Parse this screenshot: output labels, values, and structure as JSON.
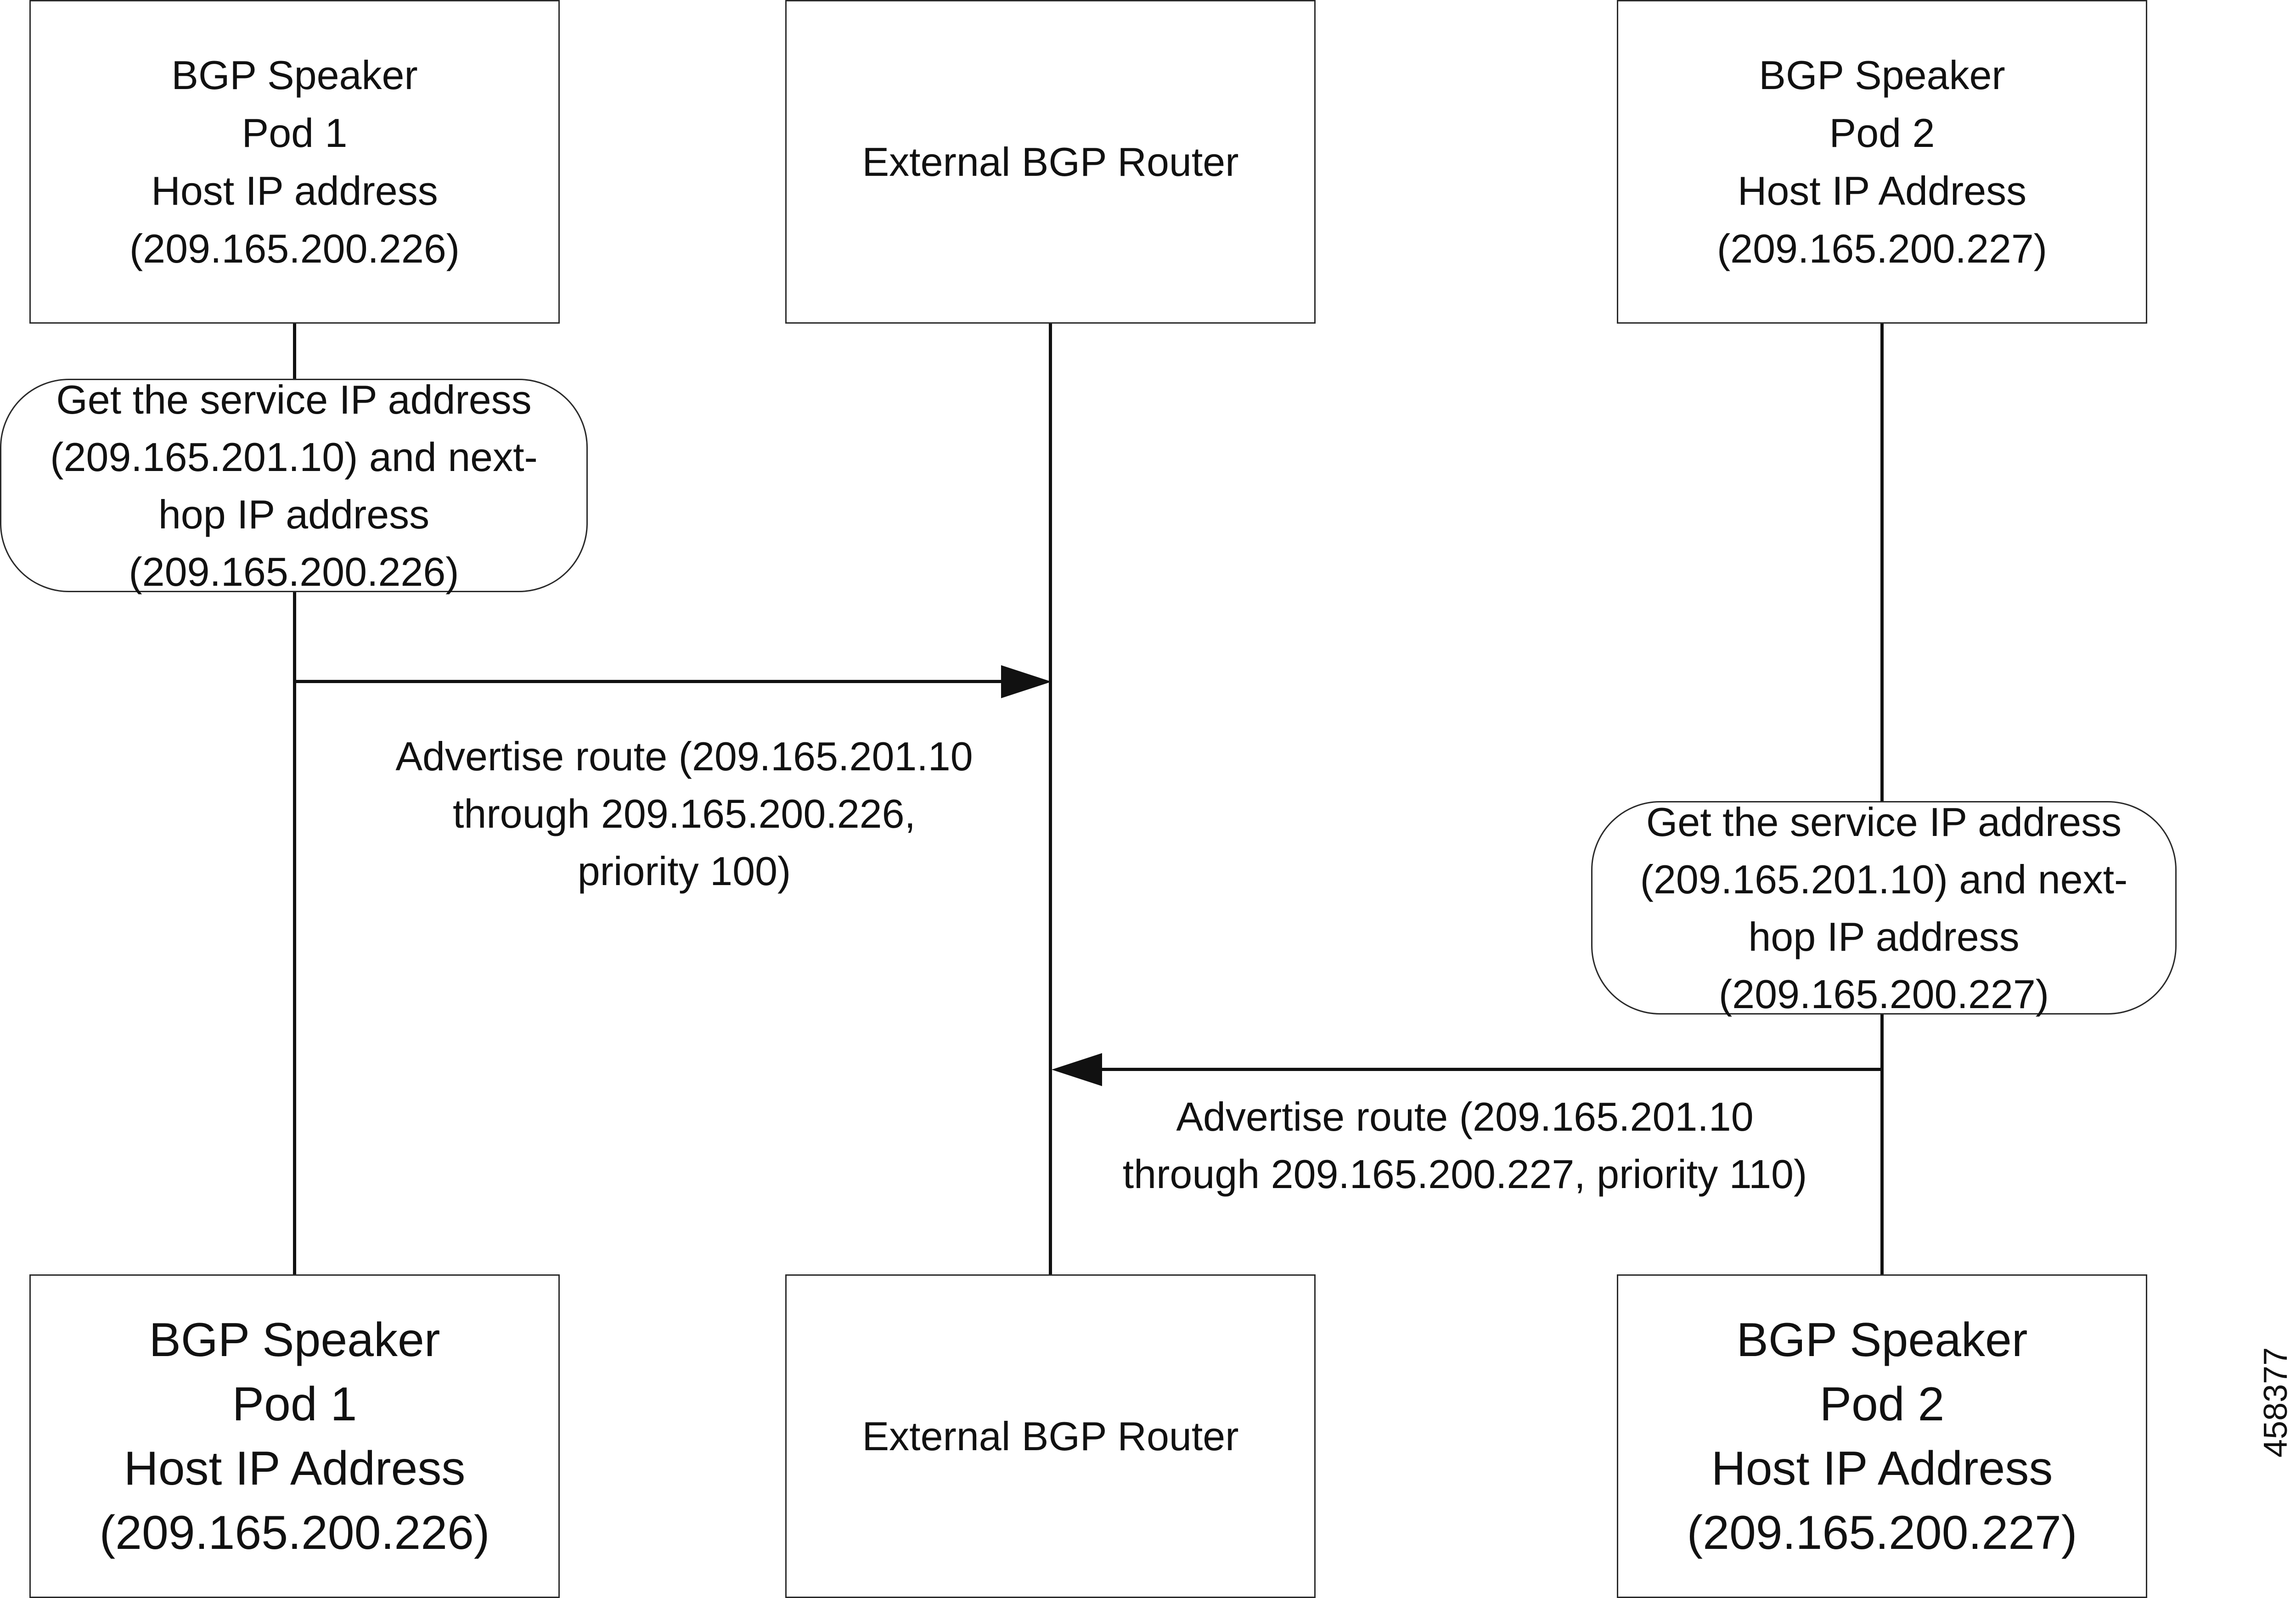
{
  "participants": [
    {
      "top_lines": [
        "BGP Speaker",
        "Pod 1",
        "Host IP address",
        "(209.165.200.226)"
      ],
      "bottom_lines": [
        "BGP Speaker",
        "Pod 1",
        "Host IP Address",
        "(209.165.200.226)"
      ]
    },
    {
      "top_lines": [
        "External BGP Router"
      ],
      "bottom_lines": [
        "External BGP Router"
      ]
    },
    {
      "top_lines": [
        "BGP Speaker",
        "Pod 2",
        "Host IP Address",
        "(209.165.200.227)"
      ],
      "bottom_lines": [
        "BGP Speaker",
        "Pod 2",
        "Host IP Address",
        "(209.165.200.227)"
      ]
    }
  ],
  "steps": [
    {
      "note_lines": [
        "Get the service IP address",
        "(209.165.201.10) and next-",
        "hop IP address",
        "(209.165.200.226)"
      ],
      "message_lines": [
        "Advertise route (209.165.201.10",
        "through 209.165.200.226,",
        "priority 100)"
      ]
    },
    {
      "note_lines": [
        "Get the service IP address",
        "(209.165.201.10) and next-",
        "hop IP address",
        "(209.165.200.227)"
      ],
      "message_lines": [
        "Advertise route (209.165.201.10",
        "through 209.165.200.227, priority 110)"
      ]
    }
  ],
  "figure_id": "458377"
}
